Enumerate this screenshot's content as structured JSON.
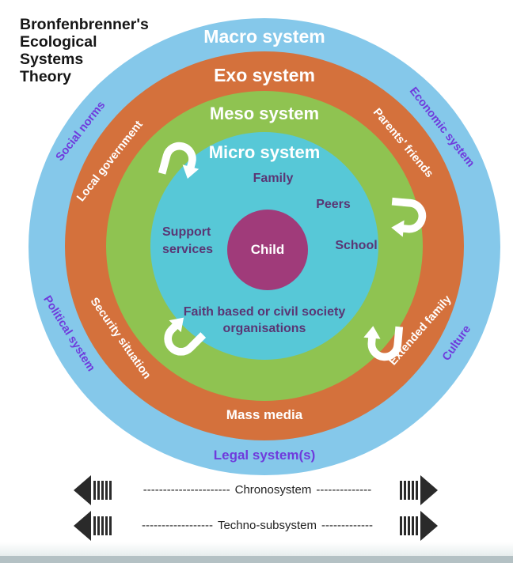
{
  "title": {
    "text": "Bronfenbrenner's\nEcological\nSystems\nTheory"
  },
  "rings": {
    "macro": {
      "label": "Macro system",
      "color": "#85C8EA"
    },
    "exo": {
      "label": "Exo system",
      "color": "#D4713C"
    },
    "meso": {
      "label": "Meso system",
      "color": "#8FC351"
    },
    "micro": {
      "label": "Micro system",
      "color": "#57C8D7"
    }
  },
  "child": {
    "label": "Child",
    "color": "#A03B7A"
  },
  "micro_system": {
    "family": "Family",
    "peers": "Peers",
    "support_services": "Support\nservices",
    "school": "School",
    "faith": "Faith based or civil society organisations"
  },
  "exo_system": {
    "local_government": "Local government",
    "parents_friends": "Parents' friends",
    "security_situation": "Security situation",
    "extended_family": "Extended family",
    "mass_media": "Mass media"
  },
  "macro_system": {
    "social_norms": "Social norms",
    "economic_system": "Economic system",
    "political_system": "Political system",
    "culture": "Culture",
    "legal_systems": "Legal system(s)"
  },
  "axes": {
    "chronosystem": {
      "left_dashes": "----------------------",
      "label": "Chronosystem",
      "right_dashes": "--------------"
    },
    "techno_subsystem": {
      "left_dashes": "------------------",
      "label": "Techno-subsystem",
      "right_dashes": "-------------"
    }
  },
  "colors": {
    "macro_label_text": "#6F3BDC",
    "inner_label_text": "#5A3674",
    "axis_ink": "#2a2a2a",
    "footer_bar": "#b4c1c4"
  }
}
